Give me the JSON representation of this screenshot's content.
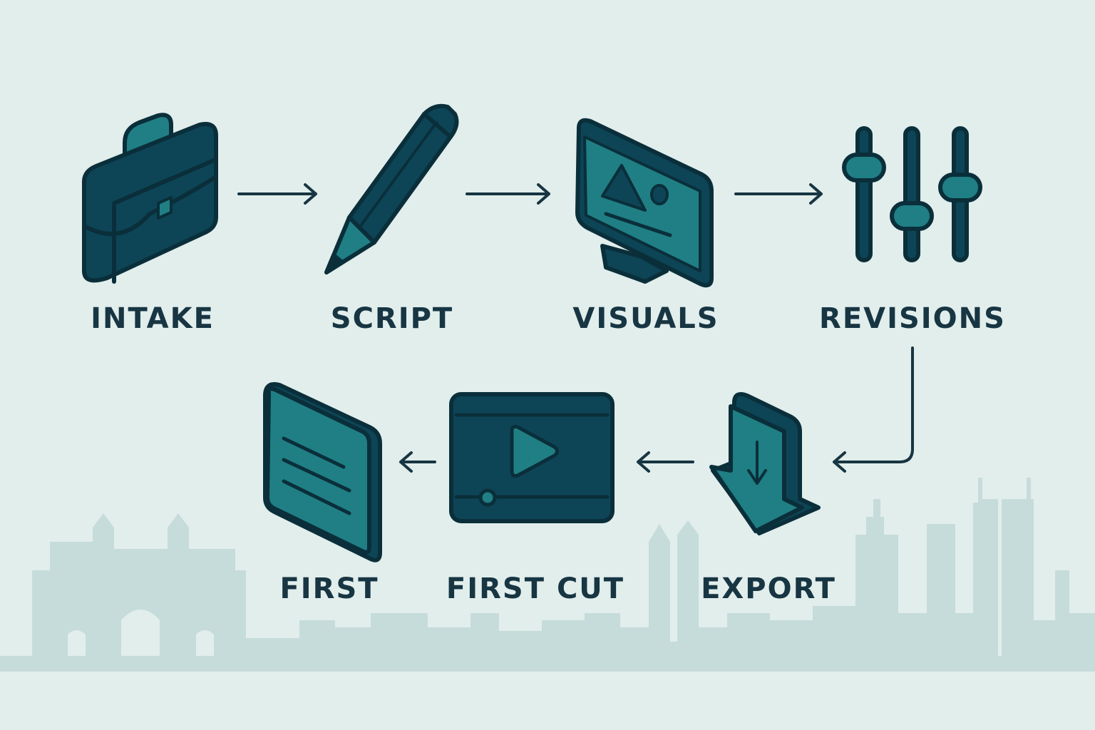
{
  "colors": {
    "background": "#e2eeec",
    "dark": "#0d4557",
    "teal": "#1f7f85",
    "outline": "#0a2f3a",
    "skyline": "#c6dcdb"
  },
  "steps": [
    {
      "label": "INTAKE",
      "icon": "briefcase-icon"
    },
    {
      "label": "SCRIPT",
      "icon": "pencil-icon"
    },
    {
      "label": "VISUALS",
      "icon": "monitor-image-icon"
    },
    {
      "label": "REVISIONS",
      "icon": "sliders-icon"
    },
    {
      "label": "EXPORT",
      "icon": "download-arrow-icon"
    },
    {
      "label": "FIRST CUT",
      "icon": "video-player-icon"
    },
    {
      "label": "FIRST",
      "icon": "document-icon"
    }
  ]
}
